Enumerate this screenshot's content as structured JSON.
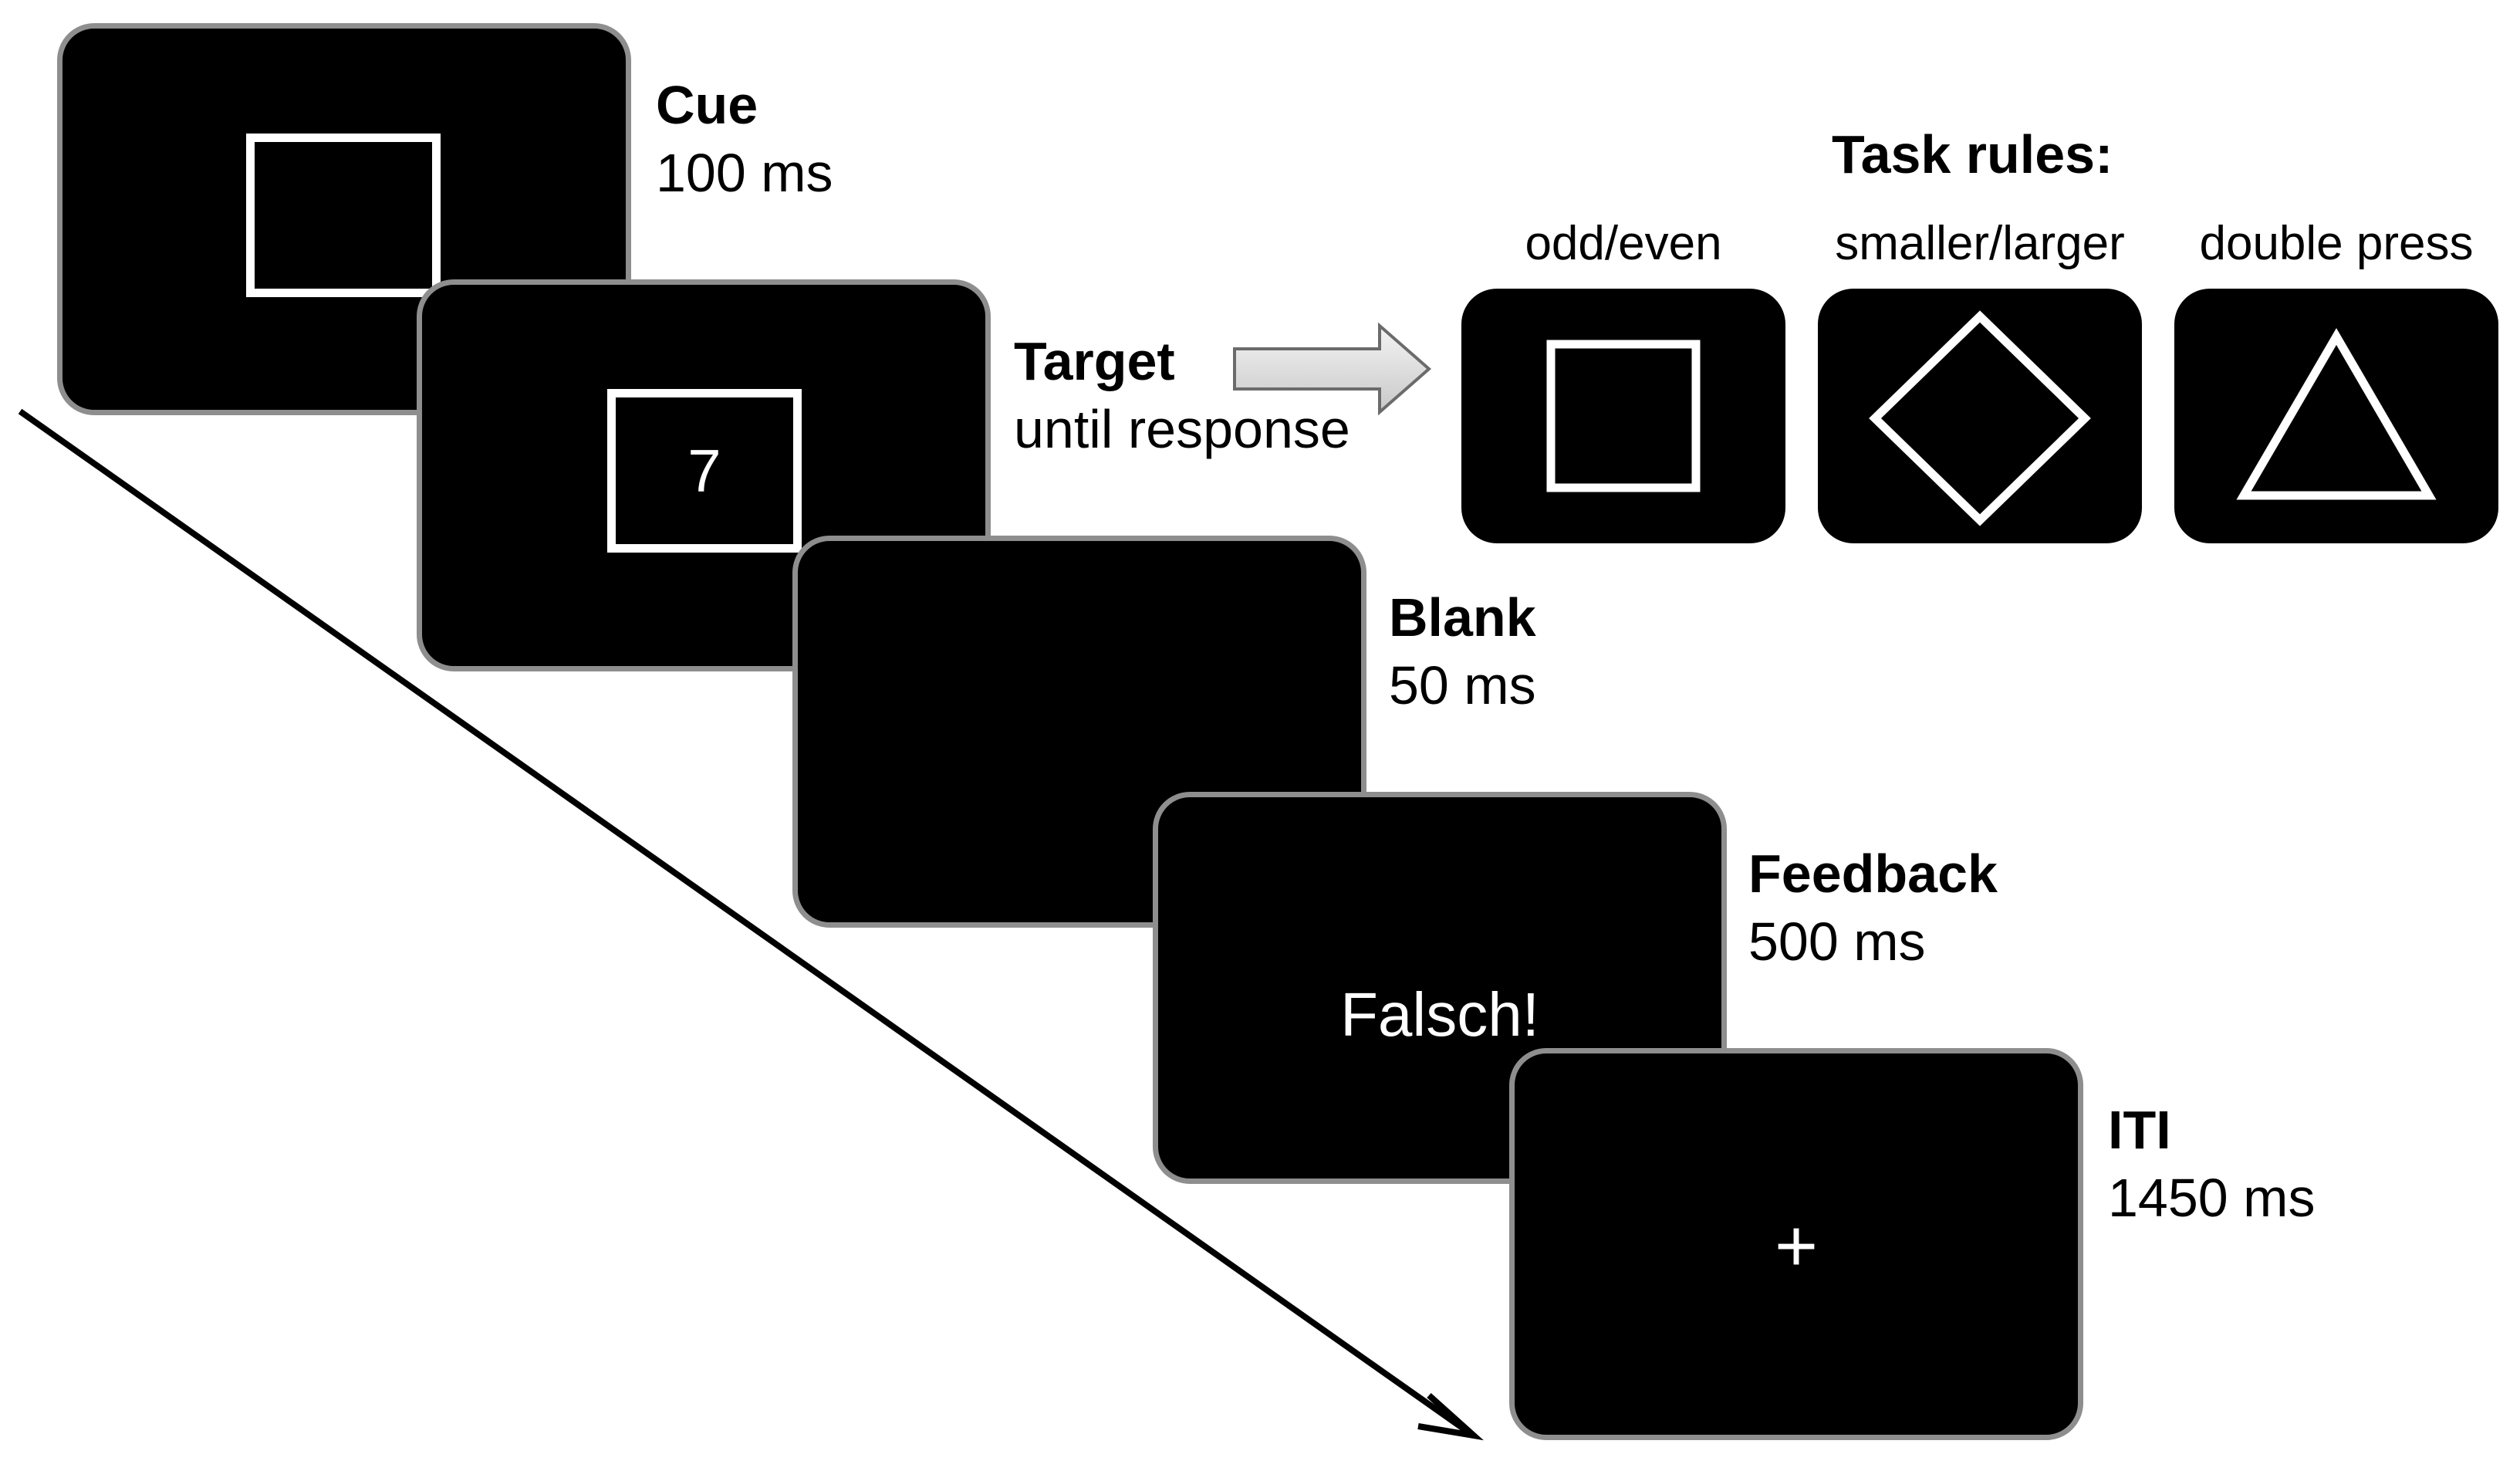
{
  "phases": [
    {
      "name": "Cue",
      "duration": "100 ms"
    },
    {
      "name": "Target",
      "duration": "until response",
      "stimulus": "7"
    },
    {
      "name": "Blank",
      "duration": "50 ms"
    },
    {
      "name": "Feedback",
      "duration": "500 ms",
      "stimulus": "Falsch!"
    },
    {
      "name": "ITI",
      "duration": "1450 ms",
      "stimulus": "+"
    }
  ],
  "task_rules": {
    "title": "Task rules:",
    "rules": [
      {
        "label": "odd/even",
        "shape": "square-icon"
      },
      {
        "label": "smaller/larger",
        "shape": "diamond-icon"
      },
      {
        "label": "double press",
        "shape": "triangle-icon"
      }
    ]
  },
  "colors": {
    "screen": "#000000",
    "screen_border": "#8e8e8e",
    "stimulus": "#ffffff",
    "arrow_fill": "#e2e2e2",
    "arrow_stroke": "#6b6b6b",
    "text": "#000000"
  }
}
